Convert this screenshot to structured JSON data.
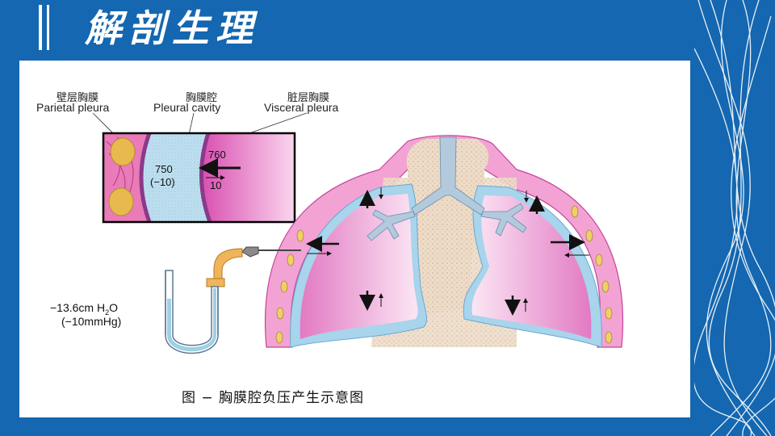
{
  "slide": {
    "title": "解剖生理"
  },
  "figure": {
    "labels": {
      "parietal_cn": "壁层胸膜",
      "parietal_en": "Parietal pleura",
      "cavity_cn": "胸膜腔",
      "cavity_en": "Pleural cavity",
      "visceral_cn": "脏层胸膜",
      "visceral_en": "Visceral  pleura"
    },
    "inset": {
      "atm": "760",
      "cavity_value": "750",
      "cavity_relative": "(−10)",
      "recoil": "10"
    },
    "manometer": {
      "reading_water_prefix": "−13.6cm H",
      "reading_water_sub": "2",
      "reading_water_suffix": "O",
      "reading_mercury": "(−10mmHg)"
    },
    "caption": "图  −  胸膜腔负压产生示意图"
  },
  "colors": {
    "background": "#1467b0",
    "lung_pink": "#e97fc8",
    "pleura_blue": "#a8d4ec",
    "mediastinum": "#ead8c4"
  }
}
